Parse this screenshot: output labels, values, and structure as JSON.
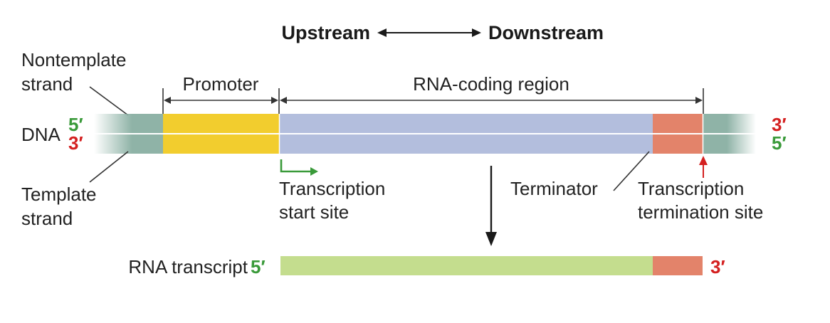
{
  "header": {
    "upstream": "Upstream",
    "downstream": "Downstream"
  },
  "labels": {
    "nontemplate_strand": [
      "Nontemplate",
      "strand"
    ],
    "template_strand": [
      "Template",
      "strand"
    ],
    "dna": "DNA",
    "promoter": "Promoter",
    "rna_coding_region": "RNA-coding region",
    "transcription_start_site": [
      "Transcription",
      "start site"
    ],
    "terminator": "Terminator",
    "transcription_termination_site": [
      "Transcription",
      "termination site"
    ],
    "rna_transcript": "RNA transcript"
  },
  "ends": {
    "dna_left_top": "5′",
    "dna_left_bottom": "3′",
    "dna_right_top": "3′",
    "dna_right_bottom": "5′",
    "rna_left": "5′",
    "rna_right": "3′"
  },
  "colors": {
    "green_end": "#3a9a3a",
    "red_end": "#d42020",
    "flank": "#8fb3a7",
    "promoter": "#f2cd2e",
    "coding": "#b3bedd",
    "terminator": "#e3836a",
    "rna": "#c4dd8e",
    "start_arrow": "#3a9a3a",
    "term_arrow": "#d42020"
  }
}
